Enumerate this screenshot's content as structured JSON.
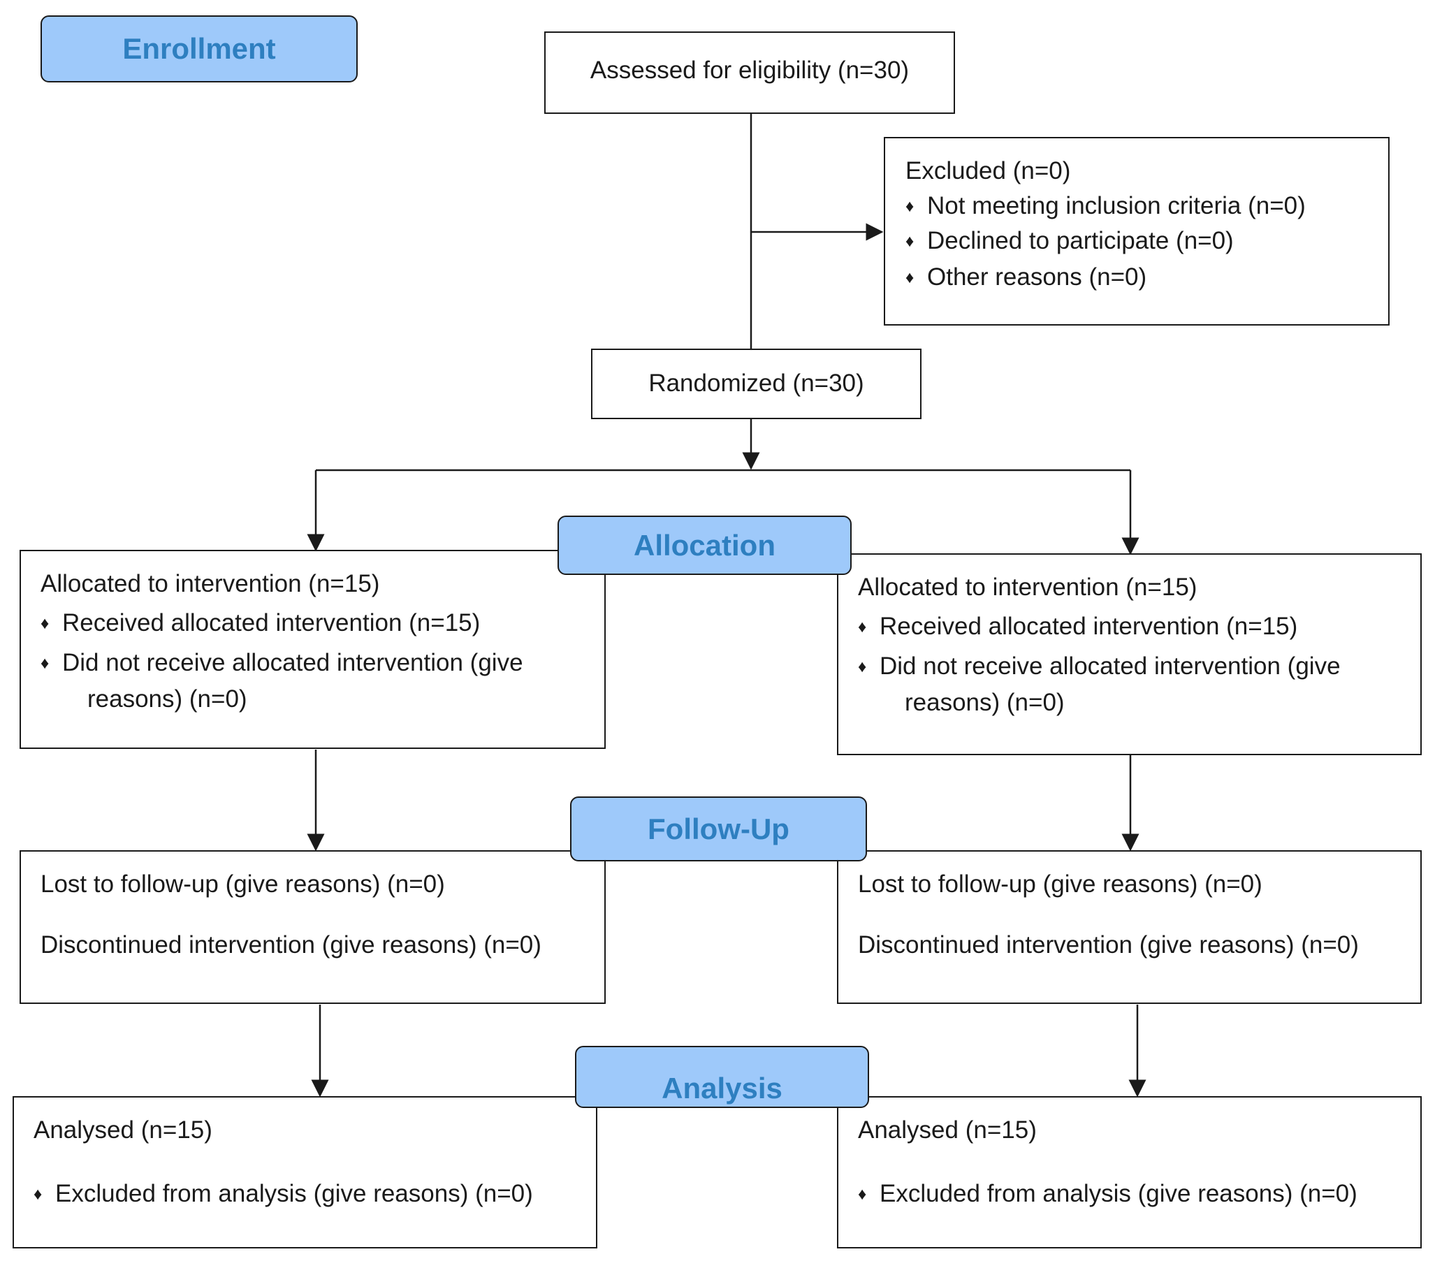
{
  "stages": {
    "enrollment": "Enrollment",
    "allocation": "Allocation",
    "follow_up": "Follow-Up",
    "analysis": "Analysis"
  },
  "assessed": "Assessed for eligibility (n=30)",
  "excluded": {
    "title": "Excluded (n=0)",
    "items": [
      "Not meeting inclusion criteria (n=0)",
      "Declined to participate (n=0)",
      "Other reasons (n=0)"
    ]
  },
  "randomized": "Randomized (n=30)",
  "arms": [
    {
      "allocation": {
        "title": "Allocated to intervention (n=15)",
        "received": "Received allocated intervention (n=15)",
        "not_received_1": "Did not receive allocated intervention (give",
        "not_received_2": "reasons) (n=0)"
      },
      "follow_up": {
        "lost": "Lost to follow-up (give reasons) (n=0)",
        "discontinued": "Discontinued intervention (give reasons) (n=0)"
      },
      "analysis": {
        "analysed": "Analysed (n=15)",
        "excluded": "Excluded from analysis (give reasons) (n=0)"
      }
    },
    {
      "allocation": {
        "title": "Allocated to intervention (n=15)",
        "received": "Received allocated intervention (n=15)",
        "not_received_1": "Did not receive allocated intervention (give",
        "not_received_2": "reasons) (n=0)"
      },
      "follow_up": {
        "lost": "Lost to follow-up (give reasons) (n=0)",
        "discontinued": "Discontinued intervention (give reasons) (n=0)"
      },
      "analysis": {
        "analysed": "Analysed (n=15)",
        "excluded": "Excluded from analysis (give reasons) (n=0)"
      }
    }
  ],
  "colors": {
    "stage_fill": "#9ec9fa",
    "stage_text": "#2e7fc0",
    "line": "#1a1a1a"
  }
}
